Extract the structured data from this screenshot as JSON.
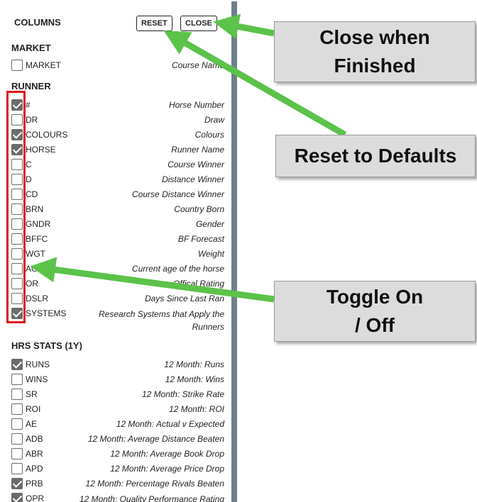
{
  "panel": {
    "title": "COLUMNS",
    "reset_label": "RESET",
    "close_label": "CLOSE"
  },
  "sections": [
    {
      "title": "MARKET",
      "rows": [
        {
          "code": "MARKET",
          "desc": "Course Name",
          "checked": false
        }
      ]
    },
    {
      "title": "RUNNER",
      "rows": [
        {
          "code": "#",
          "desc": "Horse Number",
          "checked": true
        },
        {
          "code": "DR",
          "desc": "Draw",
          "checked": false
        },
        {
          "code": "COLOURS",
          "desc": "Colours",
          "checked": true
        },
        {
          "code": "HORSE",
          "desc": "Runner Name",
          "checked": true
        },
        {
          "code": "C",
          "desc": "Course Winner",
          "checked": false
        },
        {
          "code": "D",
          "desc": "Distance Winner",
          "checked": false
        },
        {
          "code": "CD",
          "desc": "Course Distance Winner",
          "checked": false
        },
        {
          "code": "BRN",
          "desc": "Country Born",
          "checked": false
        },
        {
          "code": "GNDR",
          "desc": "Gender",
          "checked": false
        },
        {
          "code": "BFFC",
          "desc": "BF Forecast",
          "checked": false
        },
        {
          "code": "WGT",
          "desc": "Weight",
          "checked": false
        },
        {
          "code": "AGE",
          "desc": "Current age of the horse",
          "checked": false
        },
        {
          "code": "OR",
          "desc": "Offical Rating",
          "checked": false
        },
        {
          "code": "DSLR",
          "desc": "Days Since Last Ran",
          "checked": false
        },
        {
          "code": "SYSTEMS",
          "desc": "Research Systems that Apply the Runners",
          "checked": true
        }
      ]
    },
    {
      "title": "HRS STATS (1Y)",
      "rows": [
        {
          "code": "RUNS",
          "desc": "12 Month: Runs",
          "checked": true
        },
        {
          "code": "WINS",
          "desc": "12 Month: Wins",
          "checked": false
        },
        {
          "code": "SR",
          "desc": "12 Month: Strike Rate",
          "checked": false
        },
        {
          "code": "ROI",
          "desc": "12 Month: ROI",
          "checked": false
        },
        {
          "code": "AE",
          "desc": "12 Month: Actual v Expected",
          "checked": false
        },
        {
          "code": "ADB",
          "desc": "12 Month: Average Distance Beaten",
          "checked": false
        },
        {
          "code": "ABR",
          "desc": "12 Month: Average Book Drop",
          "checked": false
        },
        {
          "code": "APD",
          "desc": "12 Month: Average Price Drop",
          "checked": false
        },
        {
          "code": "PRB",
          "desc": "12 Month: Percentage Rivals Beaten",
          "checked": true
        },
        {
          "code": "QPR",
          "desc": "12 Month: Quality Performance Rating",
          "checked": true
        }
      ]
    }
  ],
  "callouts": {
    "close": "Close when Finished",
    "reset": "Reset to Defaults",
    "toggle": "Toggle On / Off"
  },
  "colors": {
    "highlight": "#e0141b",
    "arrow": "#5cc24a",
    "callout_bg": "#dcdcdc",
    "checkbox_checked": "#6b6b6b"
  }
}
